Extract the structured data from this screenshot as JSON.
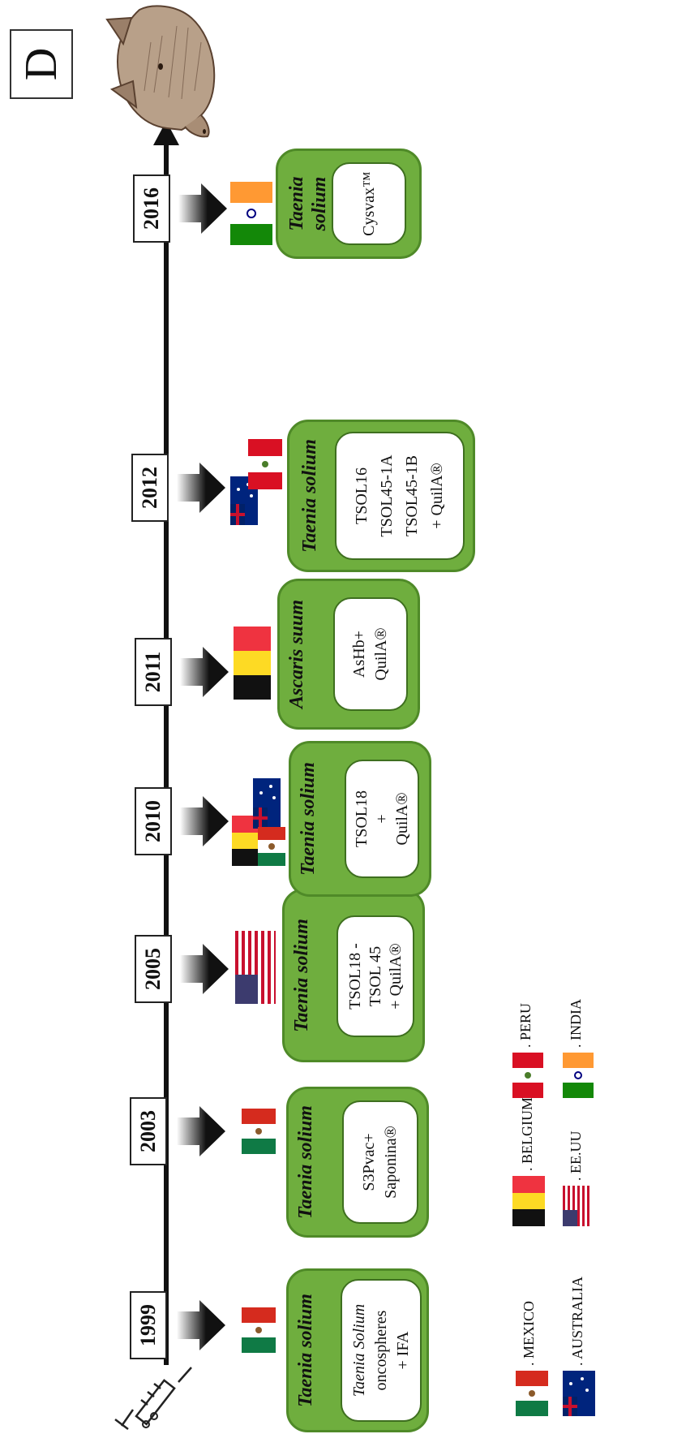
{
  "panel_label": "D",
  "timeline": [
    {
      "year": "1999",
      "organism": "Taenia solium",
      "antigen_lines": [
        "Taenia Solium",
        "oncospheres",
        "+ IFA"
      ],
      "antigen_first_italic": true,
      "countries": [
        "MEXICO"
      ]
    },
    {
      "year": "2003",
      "organism": "Taenia solium",
      "antigen_lines": [
        "S3Pvac+",
        "Saponina®"
      ],
      "countries": [
        "MEXICO"
      ]
    },
    {
      "year": "2005",
      "organism": "Taenia solium",
      "antigen_lines": [
        "TSOL18 -",
        "TSOL 45",
        "+ QuilA®"
      ],
      "countries": [
        "EE.UU"
      ]
    },
    {
      "year": "2010",
      "organism": "Taenia solium",
      "antigen_lines": [
        "TSOL18",
        "+",
        "QuilA®"
      ],
      "countries": [
        "BELGIUM",
        "AUSTRALIA",
        "MEXICO"
      ]
    },
    {
      "year": "2011",
      "organism": "Ascaris suum",
      "antigen_lines": [
        "AsHb+",
        "QuilA®"
      ],
      "countries": [
        "BELGIUM"
      ]
    },
    {
      "year": "2012",
      "organism": "Taenia solium",
      "antigen_lines": [
        "TSOL16",
        "TSOL45-1A",
        "TSOL45-1B",
        "+ QuilA®"
      ],
      "countries": [
        "AUSTRALIA",
        "PERU"
      ]
    },
    {
      "year": "2016",
      "organism": "Taenia solium",
      "antigen_lines": [
        "Cysvax™"
      ],
      "countries": [
        "INDIA"
      ]
    }
  ],
  "legend": [
    {
      "label": ". MEXICO"
    },
    {
      "label": ". AUSTRALIA"
    },
    {
      "label": ". BELGIUM"
    },
    {
      "label": ". EE.UU"
    },
    {
      "label": ". PERU"
    },
    {
      "label": ". INDIA"
    }
  ],
  "icons": {
    "start": "syringe-icon",
    "end": "pig-head-icon",
    "connector": "arrow-icon"
  },
  "colors": {
    "card_green": "#6fae3e",
    "card_border": "#4f8a28",
    "axis": "#111111"
  }
}
